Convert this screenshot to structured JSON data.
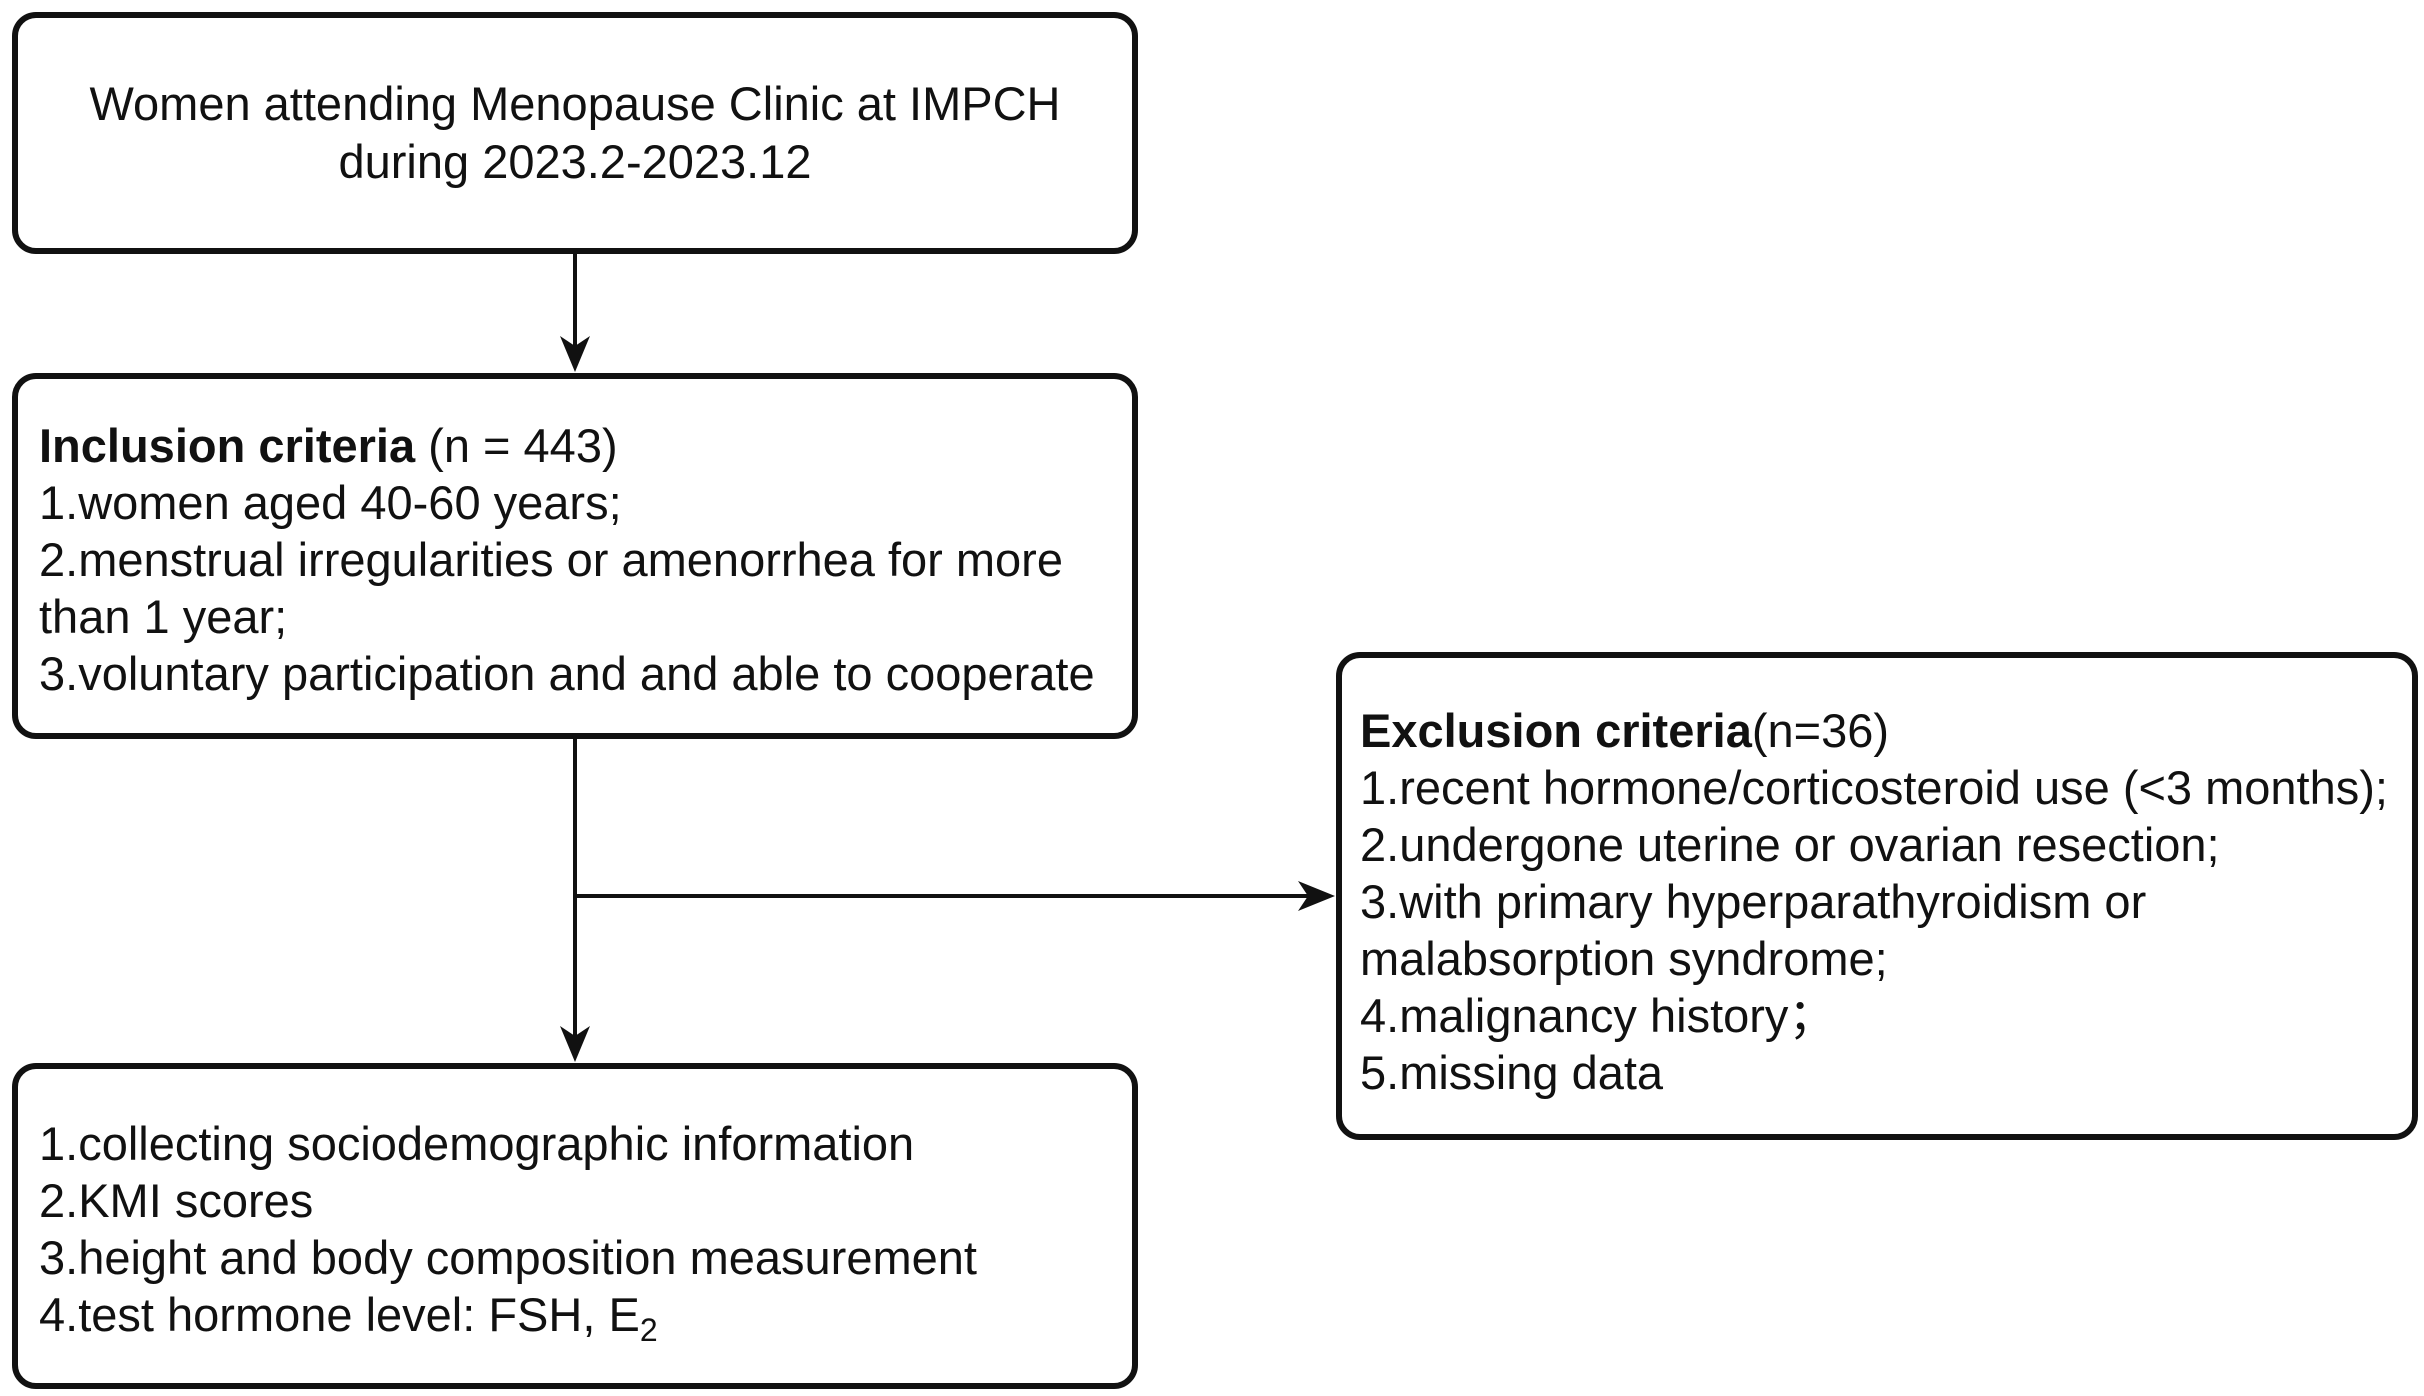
{
  "source_box": {
    "lines": [
      "Women attending Menopause Clinic at IMPCH",
      "during 2023.2-2023.12"
    ]
  },
  "inclusion_box": {
    "heading": "Inclusion criteria",
    "count": " (n = 443)",
    "items": [
      "1.women aged 40-60 years;",
      "2.menstrual irregularities or amenorrhea for more",
      "than 1 year;",
      "3.voluntary participation and and able to cooperate"
    ]
  },
  "exclusion_box": {
    "heading": "Exclusion criteria",
    "count": "(n=36)",
    "items": [
      "1.recent hormone/corticosteroid use (<3 months);",
      "2.undergone uterine or ovarian resection;",
      "3.with primary hyperparathyroidism or",
      "malabsorption syndrome;",
      "4.malignancy history；",
      "5.missing data"
    ]
  },
  "measures_box": {
    "items": [
      "1.collecting sociodemographic information",
      "2.KMI scores",
      "3.height and body composition measurement"
    ],
    "last_item_prefix": "4.test hormone level: FSH, E",
    "last_item_subscript": "2"
  },
  "colors": {
    "stroke": "#111111",
    "background": "#ffffff"
  }
}
